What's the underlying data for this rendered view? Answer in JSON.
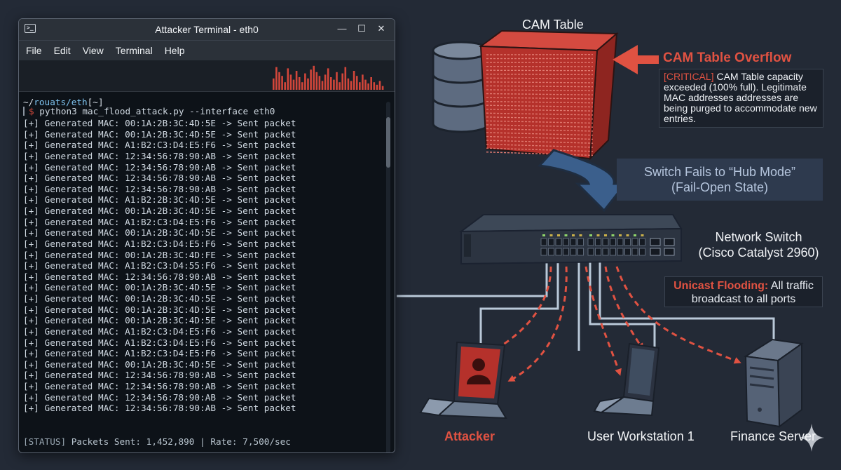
{
  "terminal": {
    "window_title": "Attacker Terminal - eth0",
    "menu": [
      "File",
      "Edit",
      "View",
      "Terminal",
      "Help"
    ],
    "cwd_prefix": "~/",
    "cwd_path": "rouats/eth",
    "cwd_suffix": "[~]",
    "prompt_symbol": "$",
    "command": "python3 mac_flood_attack.py --interface eth0",
    "output_lines": [
      "[+] Generated MAC: 00:1A:2B:3C:4D:5E -> Sent packet",
      "[+] Generated MAC: 00:1A:2B:3C:4D:5E -> Sent packet",
      "[+] Generated MAC: A1:B2:C3:D4:E5:F6 -> Sent packet",
      "[+] Generated MAC: 12:34:56:78:90:AB -> Sent packet",
      "[+] Generated MAC: 12:34:56:78:90:AB -> Sent packet",
      "[+] Generated MAC: 12:34:56:78:90:AB -> Sent packet",
      "[+] Generated MAC: 12:34:56:78:90:AB -> Sent packet",
      "[+] Generated MAC: A1:B2:2B:3C:4D:5E -> Sent packet",
      "[+] Generated MAC: 00:1A:2B:3C:4D:5E -> Sent packet",
      "[+] Generated MAC: A1:B2:C3:D4:E5:F6 -> Sent packet",
      "[+] Generated MAC: 00:1A:2B:3C:4D:5E -> Sent packet",
      "[+] Generated MAC: A1:B2:C3:D4:E5:F6 -> Sent packet",
      "[+] Generated MAC: 00:1A:2B:3C:4D:FE -> Sent packet",
      "[+] Generated MAC: A1:B2:C3:D4:55:F6 -> Sent packet",
      "[+] Generated MAC: 12:34:56:78:90:AB -> Sent packet",
      "[+] Generated MAC: 00:1A:2B:3C:4D:5E -> Sent packet",
      "[+] Generated MAC: 00:1A:2B:3C:4D:5E -> Sent packet",
      "[+] Generated MAC: 00:1A:2B:3C:4D:5E -> Sent packet",
      "[+] Generated MAC: 00:1A:2B:3C:4D:5E -> Sent packet",
      "[+] Generated MAC: A1:B2:C3:D4:E5:F6 -> Sent packet",
      "[+] Generated MAC: A1:B2:C3:D4:E5:F6 -> Sent packet",
      "[+] Generated MAC: A1:B2:C3:D4:E5:F6 -> Sent packet",
      "[+] Generated MAC: 00:1A:2B:3C:4D:5E -> Sent packet",
      "[+] Generated MAC: 12:34:56:78:90:AB -> Sent packet",
      "[+] Generated MAC: 12:34:56:78:90:AB -> Sent packet",
      "[+] Generated MAC: 12:34:56:78:90:AB -> Sent packet",
      "[+] Generated MAC: 12:34:56:78:90:AB -> Sent packet"
    ],
    "status_tag": "[STATUS]",
    "status_text": " Packets Sent: 1,452,890 | Rate: 7,500/sec",
    "traffic_graph_levels": [
      0.45,
      0.9,
      0.7,
      0.55,
      0.3,
      0.85,
      0.6,
      0.4,
      0.75,
      0.5,
      0.3,
      0.65,
      0.45,
      0.8,
      0.95,
      0.7,
      0.55,
      0.35,
      0.6,
      0.85,
      0.5,
      0.4,
      0.7,
      0.3,
      0.65,
      0.9,
      0.45,
      0.35,
      0.75,
      0.55,
      0.3,
      0.6,
      0.4,
      0.25,
      0.5,
      0.3,
      0.2,
      0.35,
      0.15
    ]
  },
  "diagram": {
    "cam_table_title": "CAM Table",
    "overflow_title": "CAM Table Overflow",
    "critical_tag": "[CRITICAL]",
    "critical_text": " CAM Table capacity exceeded (100% full). Legitimate MAC addresses addresses are being purged to accommodate new entries.",
    "hub_mode_line1": "Switch Fails to “Hub Mode”",
    "hub_mode_line2": "(Fail-Open State)",
    "switch_line1": "Network Switch",
    "switch_line2": "(Cisco Catalyst 2960)",
    "unicast_tag": "Unicast Flooding:",
    "unicast_text": " All traffic broadcast to all ports",
    "attacker_label": "Attacker",
    "workstation_label": "User Workstation 1",
    "server_label": "Finance Server"
  },
  "colors": {
    "background": "#232a36",
    "alert_red": "#e05242",
    "cam_red": "#b5312b",
    "link_line": "#b9c8d8",
    "hub_arrow": "#3b5f8c"
  },
  "icons": [
    "terminal-icon",
    "minimize-icon",
    "maximize-icon",
    "close-icon",
    "database-icon",
    "cam-cube-icon",
    "network-switch-icon",
    "laptop-icon",
    "hacker-icon",
    "server-icon",
    "sparkle-icon"
  ]
}
